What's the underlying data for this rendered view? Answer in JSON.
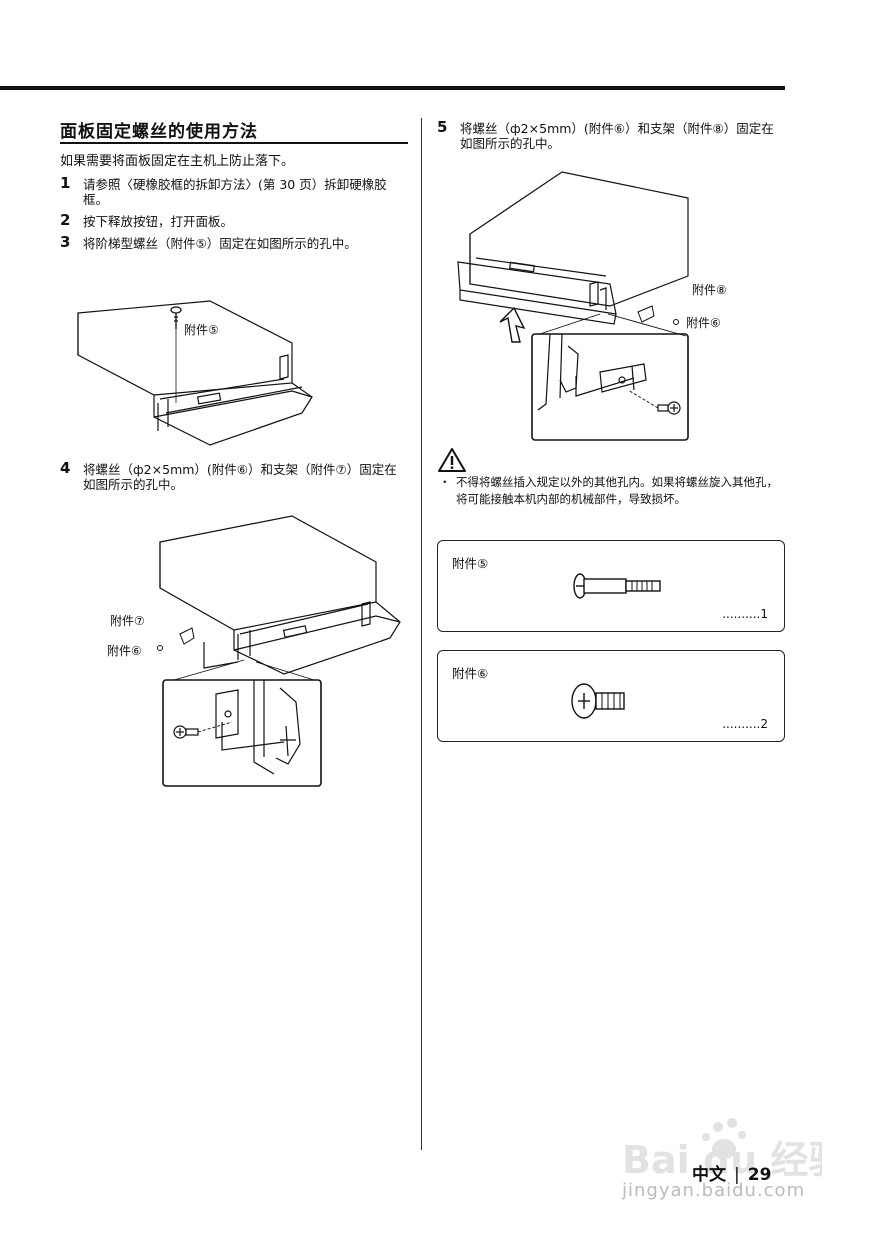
{
  "section": {
    "heading": "面板固定螺丝的使用方法",
    "intro": "如果需要将面板固定在主机上防止落下。"
  },
  "steps": [
    {
      "num": "1",
      "text": "请参照〈硬橡胶框的拆卸方法〉(第 30 页）拆卸硬橡胶框。"
    },
    {
      "num": "2",
      "text": "按下释放按钮，打开面板。"
    },
    {
      "num": "3",
      "text": "将阶梯型螺丝（附件⑤）固定在如图所示的孔中。"
    },
    {
      "num": "4",
      "text": "将螺丝（ф2×5mm）(附件⑥）和支架（附件⑦）固定在如图所示的孔中。"
    },
    {
      "num": "5",
      "text": "将螺丝（ф2×5mm）(附件⑥）和支架（附件⑧）固定在如图所示的孔中。"
    }
  ],
  "figures": {
    "fig3_label": "附件⑤",
    "fig4_label_a": "附件⑦",
    "fig4_label_b": "附件⑥",
    "fig5_label_a": "附件⑧",
    "fig5_label_b": "附件⑥"
  },
  "warning": {
    "icon": "warning-triangle-icon",
    "bullet": "・",
    "text": "不得将螺丝插入规定以外的其他孔内。如果将螺丝旋入其他孔，将可能接触本机内部的机械部件，导致损坏。"
  },
  "parts": [
    {
      "name": "附件⑤",
      "qty": "..........1",
      "icon": "stepped-screw-icon"
    },
    {
      "name": "附件⑥",
      "qty": "..........2",
      "icon": "screw-icon"
    }
  ],
  "footer": {
    "language": "中文",
    "separator": "|",
    "page": "29"
  },
  "watermark": {
    "logo": "Bai du 经验",
    "url": "jingyan.baidu.com"
  }
}
